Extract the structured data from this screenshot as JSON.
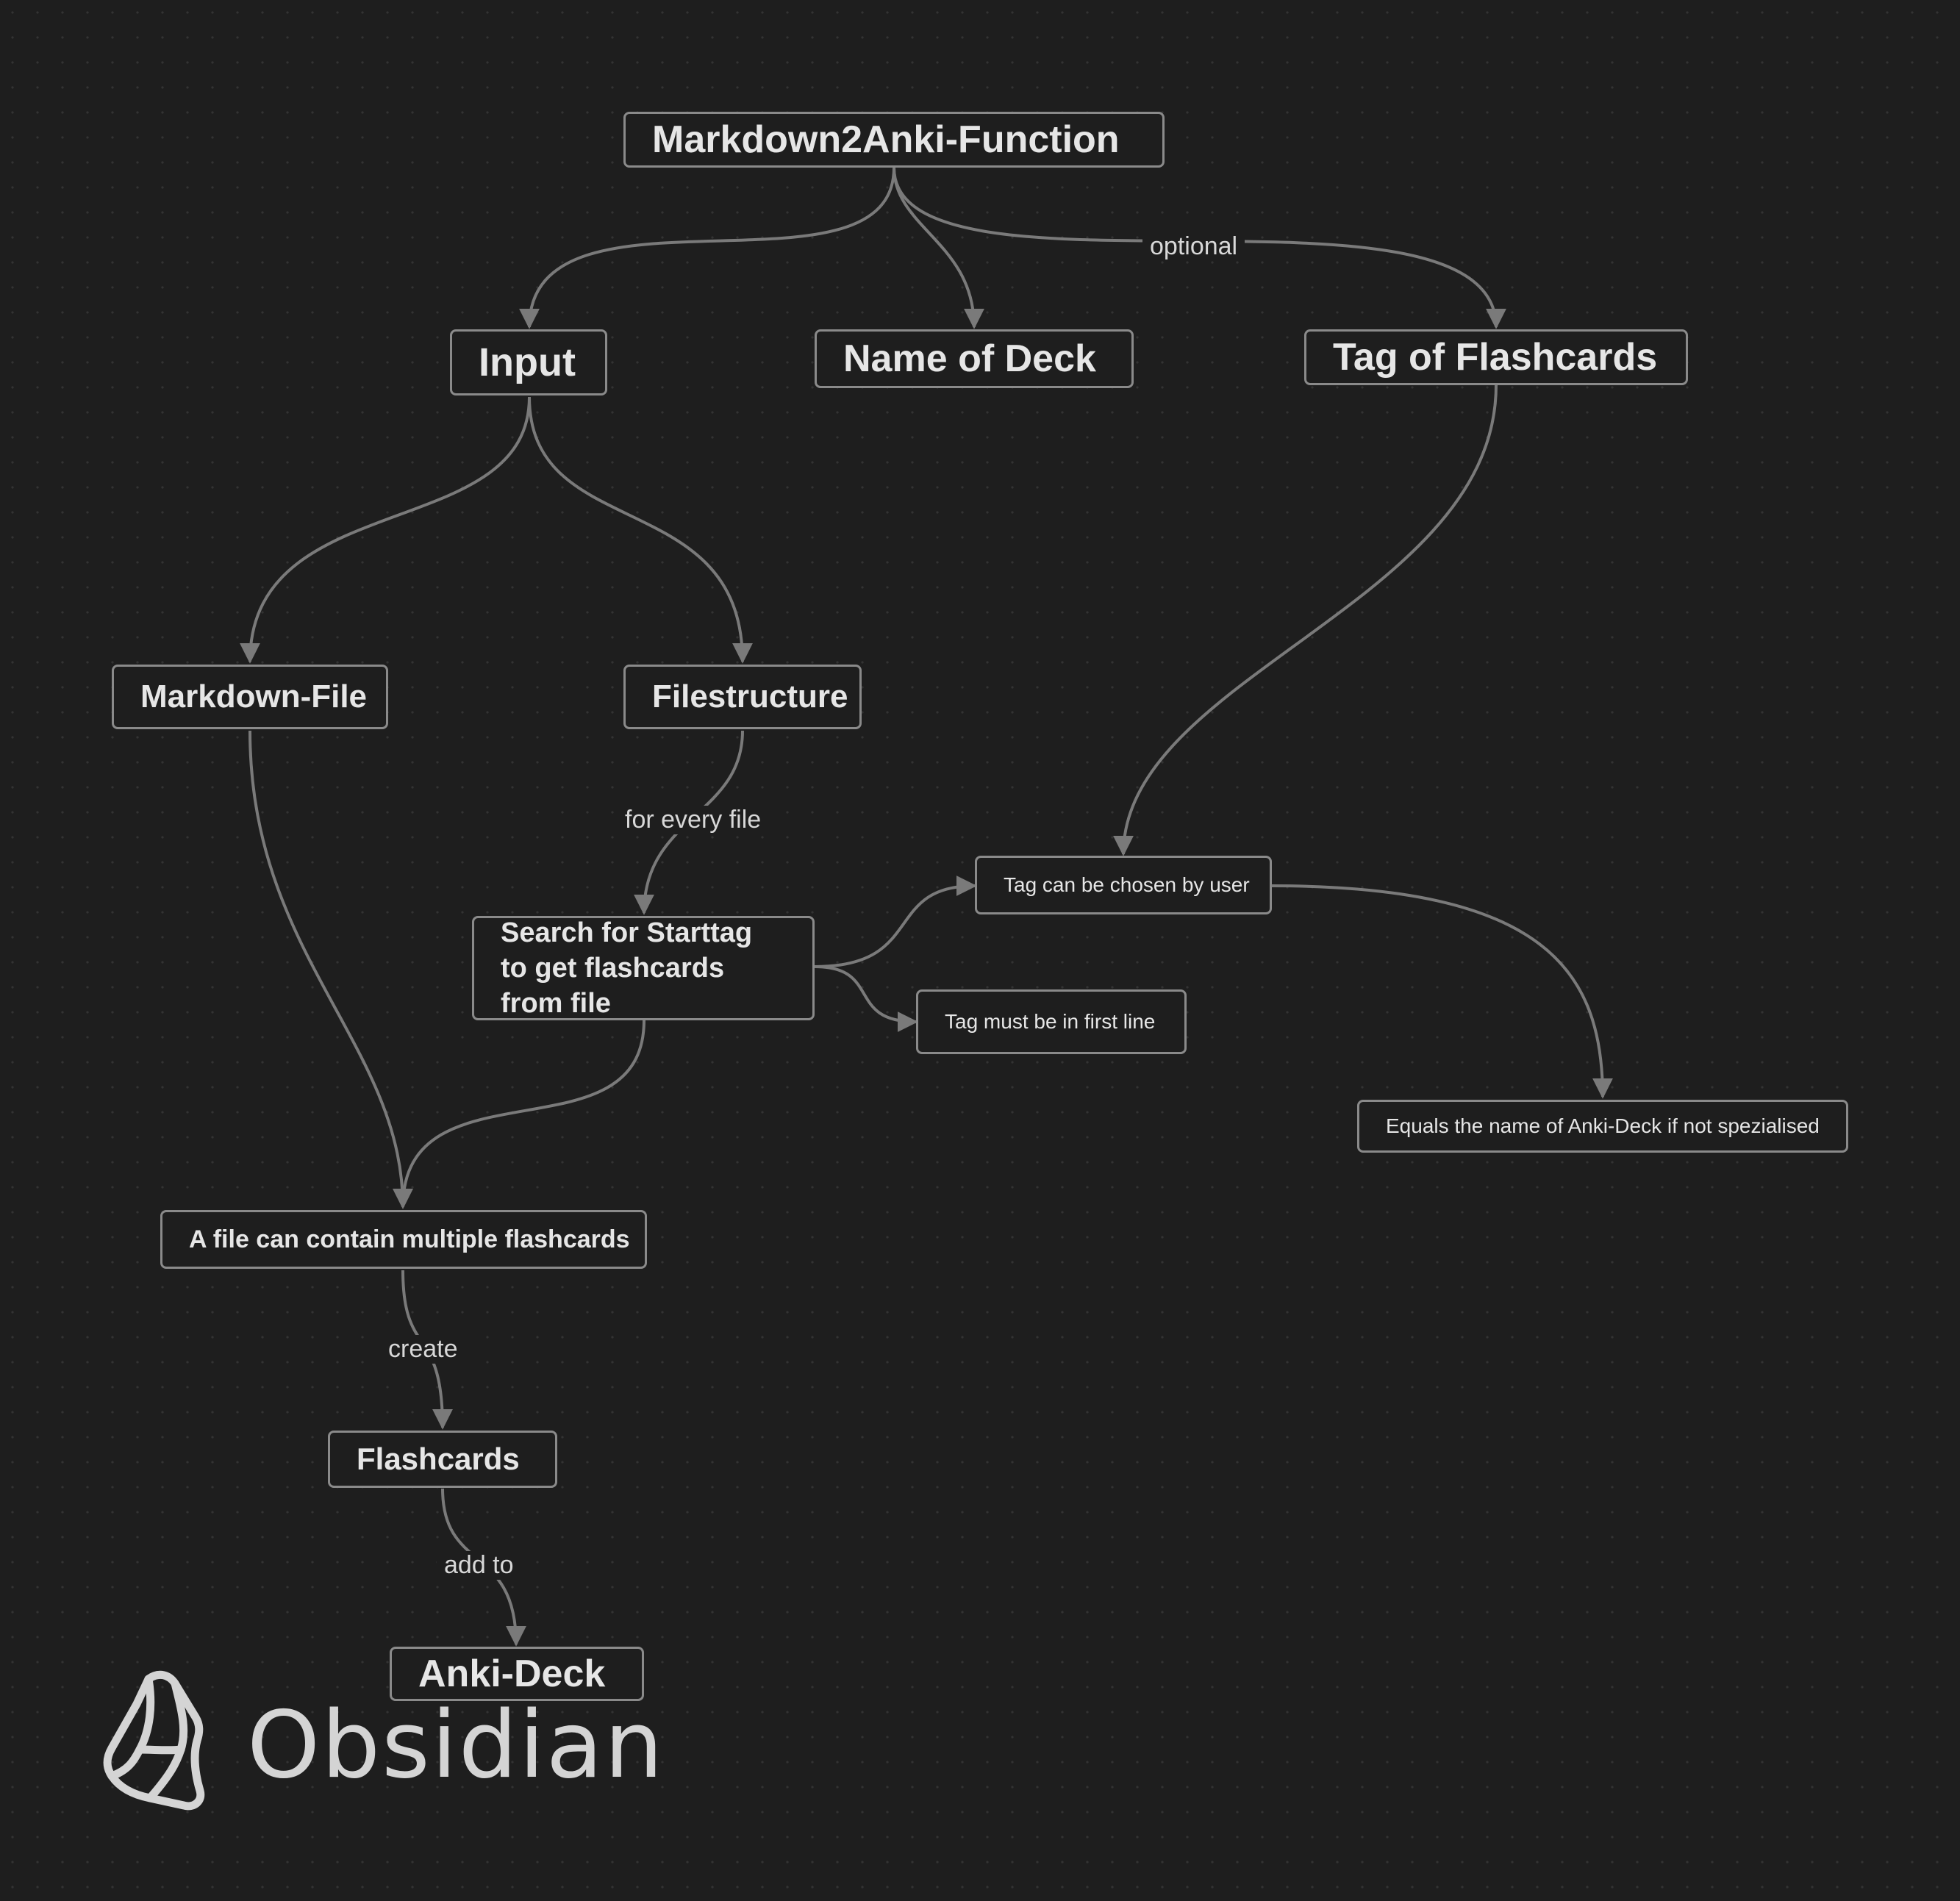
{
  "nodes": {
    "root": "Markdown2Anki-Function",
    "input": "Input",
    "deck_name": "Name of Deck",
    "tag": "Tag of Flashcards",
    "markdown_file": "Markdown-File",
    "filestructure": "Filestructure",
    "tag_chosen": "Tag can be chosen by user",
    "search": "Search for Starttag to get flashcards from file",
    "tag_first_line": "Tag must be in first line",
    "equals_deck": "Equals the name of Anki-Deck if not spezialised",
    "multiple": "A file can contain multiple flashcards",
    "flashcards": "Flashcards",
    "anki_deck": "Anki-Deck"
  },
  "edge_labels": {
    "optional": "optional",
    "for_every_file": "for every file",
    "create": "create",
    "add_to": "add to"
  },
  "brand": {
    "name": "Obsidian",
    "icon": "obsidian-logo-icon"
  },
  "colors": {
    "background": "#1e1e1e",
    "border": "#8a8a8a",
    "edge": "#7a7a7a",
    "text": "#e6e6e6"
  }
}
